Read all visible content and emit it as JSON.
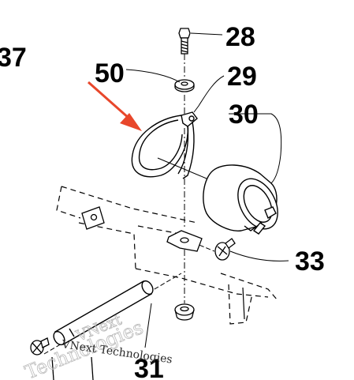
{
  "diagram": {
    "callouts": {
      "edge": "37",
      "p28": "28",
      "p50": "50",
      "p29": "29",
      "p30": "30",
      "p33": "33",
      "p31": "31"
    },
    "watermark": {
      "line1": "VNext",
      "line2": "Technologies",
      "overlay": "VNext Technologies"
    },
    "colors": {
      "line": "#000000",
      "arrow": "#e8472b",
      "watermark": "#b9b9b9"
    }
  }
}
